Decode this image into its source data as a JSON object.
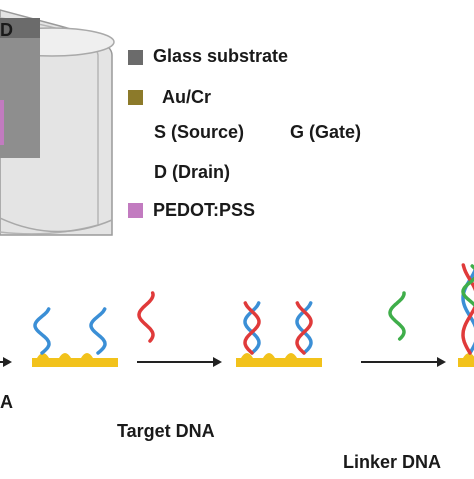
{
  "device": {
    "corner_label": "D"
  },
  "legend": {
    "items": [
      {
        "label": "Glass substrate",
        "color": "#6b6b6b"
      },
      {
        "label": "Au/Cr",
        "color": "#8c7a2a"
      },
      {
        "label": "S (Source)",
        "color": null
      },
      {
        "label": "G (Gate)",
        "color": null
      },
      {
        "label": "D (Drain)",
        "color": null
      },
      {
        "label": "PEDOT:PSS",
        "color": "#c27bc0"
      }
    ]
  },
  "steps": {
    "partial_label": "A",
    "target_label": "Target DNA",
    "linker_label": "Linker DNA"
  },
  "colors": {
    "probe_strand": "#3b8fd6",
    "target_strand": "#e03a3a",
    "linker_strand": "#3fae4a",
    "electrode": "#f2c21b"
  }
}
